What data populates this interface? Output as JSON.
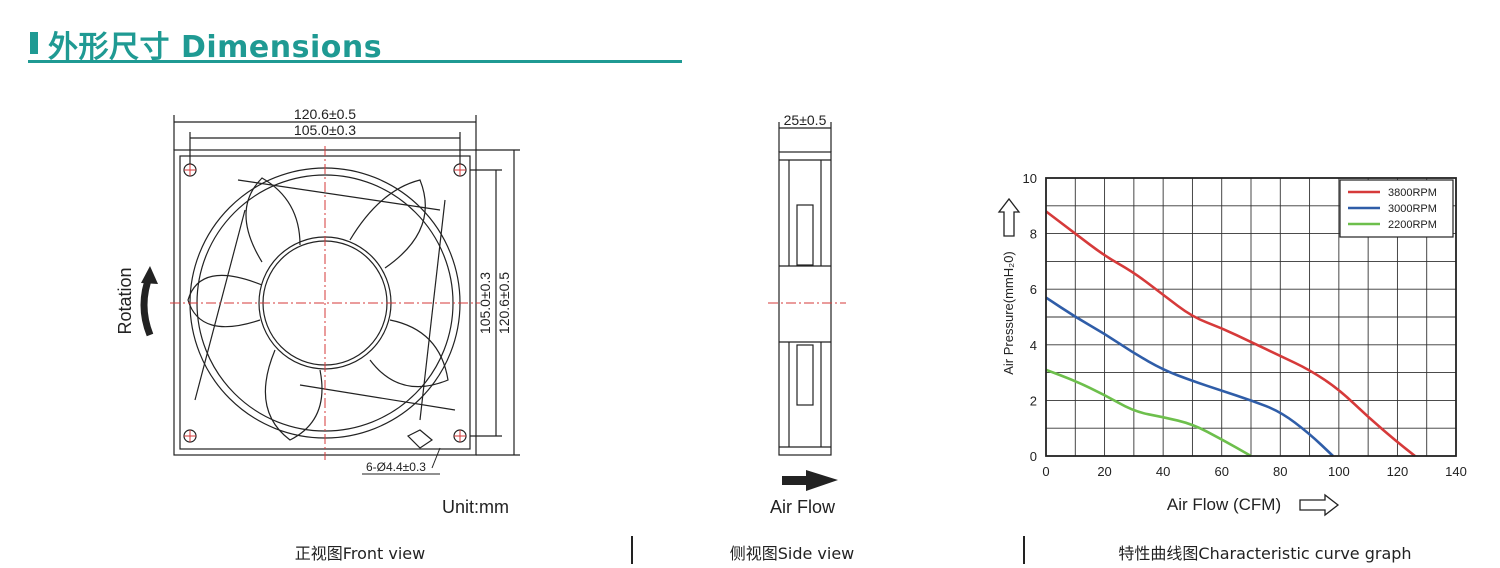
{
  "header": {
    "title": "外形尺寸 Dimensions",
    "accent_color": "#1f9a93"
  },
  "front_view": {
    "dims": {
      "outer_width": "120.6±0.5",
      "hole_pitch": "105.0±0.3",
      "hole_pitch_v": "105.0±0.3",
      "outer_height": "120.6±0.5",
      "holes": "6-Ø4.4±0.3"
    },
    "rotation_label": "Rotation",
    "unit": "Unit:mm",
    "caption": "正视图Front view"
  },
  "side_view": {
    "dims": {
      "thickness": "25±0.5"
    },
    "airflow_label": "Air Flow",
    "caption": "侧视图Side view"
  },
  "curve_graph": {
    "caption": "特性曲线图Characteristic curve graph"
  },
  "chart_data": {
    "type": "line",
    "title": "",
    "xlabel": "Air Flow (CFM)",
    "ylabel": "Air Pressure(mmH₂0)",
    "xlim": [
      0,
      140
    ],
    "ylim": [
      0,
      10
    ],
    "xticks": [
      0,
      20,
      40,
      60,
      80,
      100,
      120,
      140
    ],
    "yticks": [
      0,
      2,
      4,
      6,
      8,
      10
    ],
    "grid": true,
    "legend_position": "top-right",
    "series": [
      {
        "name": "3800RPM",
        "color": "#d63a3a",
        "x": [
          0,
          10,
          20,
          30,
          40,
          50,
          60,
          70,
          80,
          90,
          100,
          110,
          120,
          126
        ],
        "y": [
          8.8,
          8.0,
          7.2,
          6.6,
          5.8,
          5.0,
          4.6,
          4.1,
          3.6,
          3.1,
          2.4,
          1.4,
          0.5,
          0
        ]
      },
      {
        "name": "3000RPM",
        "color": "#2f5da8",
        "x": [
          0,
          10,
          20,
          30,
          40,
          50,
          60,
          70,
          80,
          90,
          98
        ],
        "y": [
          5.7,
          5.0,
          4.4,
          3.7,
          3.1,
          2.7,
          2.35,
          2.0,
          1.6,
          0.8,
          0
        ]
      },
      {
        "name": "2200RPM",
        "color": "#6dbf4c",
        "x": [
          0,
          10,
          20,
          30,
          40,
          50,
          60,
          70
        ],
        "y": [
          3.1,
          2.7,
          2.2,
          1.6,
          1.4,
          1.15,
          0.6,
          0
        ]
      }
    ]
  }
}
